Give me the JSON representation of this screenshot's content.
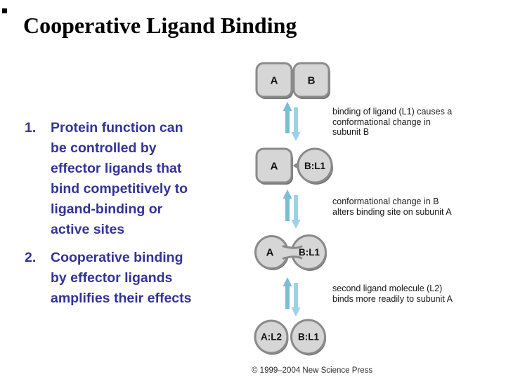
{
  "slide": {
    "title": "Cooperative Ligand Binding",
    "points": [
      {
        "number": "1.",
        "lines": [
          "Protein function can",
          "be controlled by",
          "effector ligands that",
          "bind competitively to",
          "ligand-binding or",
          "active sites"
        ]
      },
      {
        "number": "2.",
        "lines": [
          "Cooperative binding",
          "by effector ligands",
          "amplifies their effects"
        ]
      }
    ],
    "copyright": "© 1999–2004 New Science Press"
  },
  "diagram": {
    "stages": [
      {
        "left": "A",
        "right": "B"
      },
      {
        "left": "A",
        "right": "B:L1"
      },
      {
        "left": "A",
        "right": "B:L1"
      },
      {
        "left": "A:L2",
        "right": "B:L1"
      }
    ],
    "annotations": [
      {
        "lines": [
          "binding of ligand (L1) causes a",
          "conformational change in",
          "subunit B"
        ]
      },
      {
        "lines": [
          "conformational change in B",
          "alters binding site on subunit A"
        ]
      },
      {
        "lines": [
          "second ligand molecule (L2)",
          "binds more readily to subunit A"
        ]
      }
    ]
  },
  "colors": {
    "accent_text": "#333399",
    "arrow_up": "#7bbcd6",
    "arrow_down": "#9dd2e4",
    "shape_fill": "#d6d6d6",
    "shape_border": "#8a8a8a",
    "shape_shadow": "#767676"
  }
}
